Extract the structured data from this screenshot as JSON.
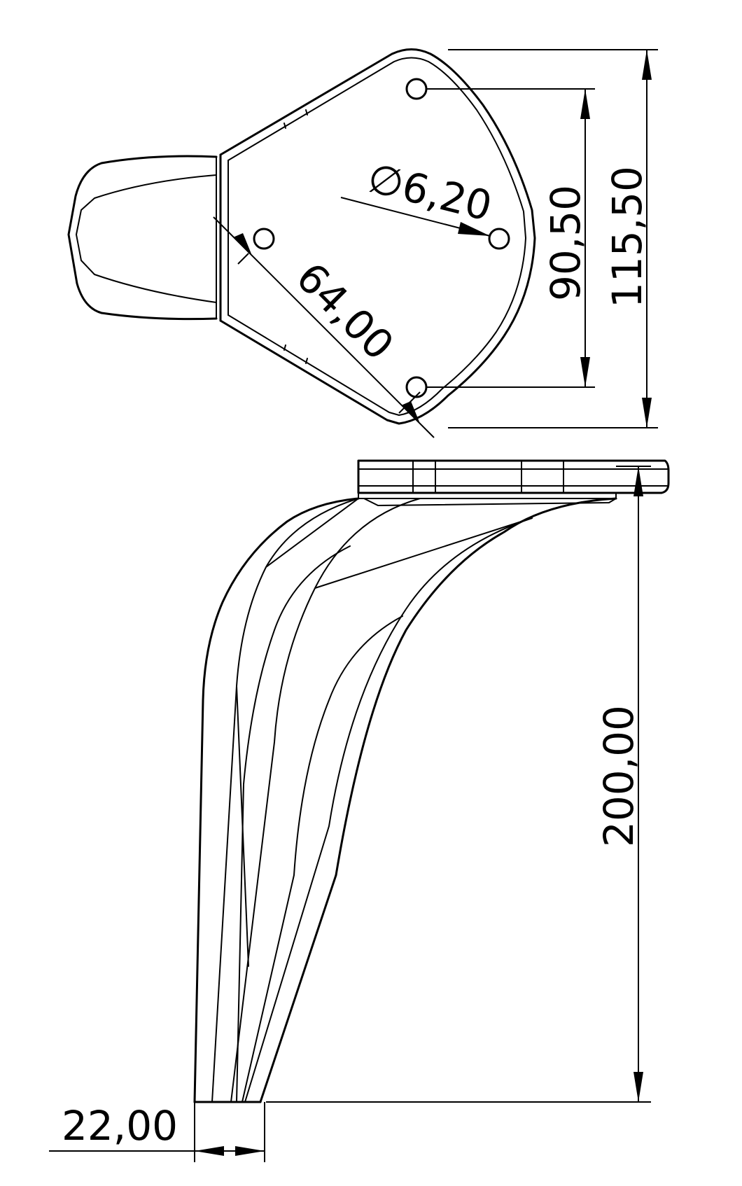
{
  "drawing": {
    "views": [
      "top-view",
      "side-view"
    ],
    "dimensions": {
      "hole_diameter": "6,20",
      "hole_spacing_diagonal": "64,00",
      "hole_spacing_vertical": "90,50",
      "plate_height": "115,50",
      "leg_height": "200,00",
      "leg_foot_width": "22,00"
    },
    "diameter_symbol": "∅"
  }
}
